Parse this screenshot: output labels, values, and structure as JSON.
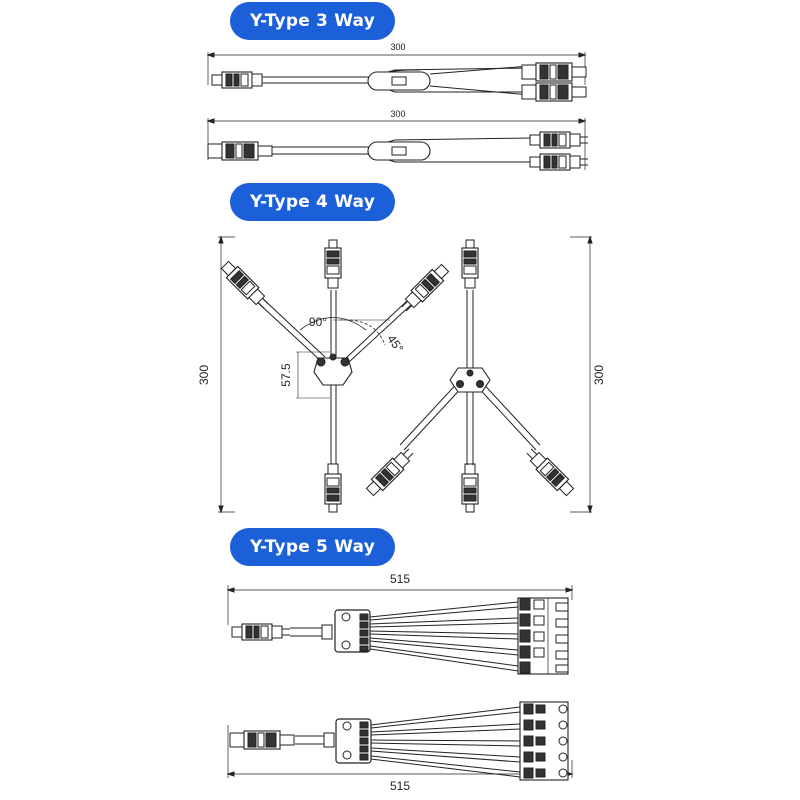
{
  "sections": [
    {
      "title": "Y-Type 3 Way"
    },
    {
      "title": "Y-Type 4 Way"
    },
    {
      "title": "Y-Type 5 Way"
    }
  ],
  "dimensions": {
    "three_way_top": "300",
    "three_way_bottom": "300",
    "four_way_left_height": "300",
    "four_way_right_height": "300",
    "four_way_angle_90": "90°",
    "four_way_angle_45": "45°",
    "four_way_offset": "57.5",
    "five_way_top": "515",
    "five_way_bottom": "515"
  },
  "colors": {
    "pill": "#1b5fd9",
    "line": "#222222"
  }
}
